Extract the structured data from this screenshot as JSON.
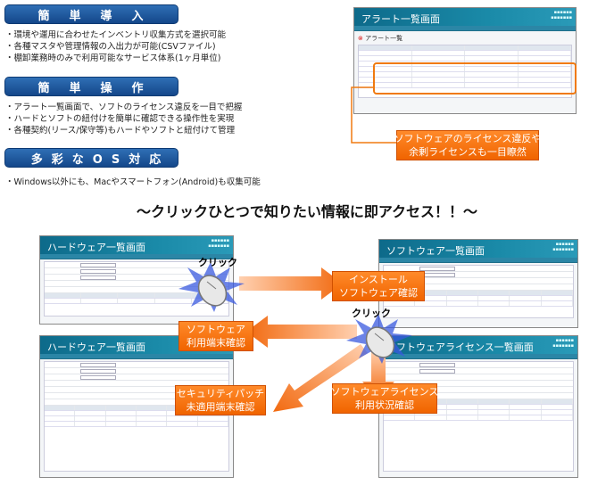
{
  "sections": [
    {
      "title": "簡単導入",
      "bullets": [
        "・環境や運用に合わせたインベントリ収集方式を選択可能",
        "・各種マスタや管理情報の入出力が可能(CSVファイル)",
        "・棚卸業務時のみで利用可能なサービス体系(1ヶ月単位)"
      ]
    },
    {
      "title": "簡単操作",
      "bullets": [
        "・アラート一覧画面で、ソフトのライセンス違反を一目で把握",
        "・ハードとソフトの紐付けを簡単に確認できる操作性を実現",
        "・各種契約(リース/保守等)もハードやソフトと紐付けて管理"
      ]
    },
    {
      "title": "多彩なOS対応",
      "bullets": [
        "・Windows以外にも、Macやスマートフォン(Android)も収集可能"
      ]
    }
  ],
  "alert_window": {
    "title": "アラート一覧画面",
    "subtitle": "アラート一覧"
  },
  "alert_callout": "ソフトウェアのライセンス違反や\n余剰ライセンスも一目瞭然",
  "headline": "～クリックひとつで知りたい情報に即アクセス！！～",
  "windows": {
    "hardware": "ハードウェア一覧画面",
    "software": "ソフトウェア一覧画面",
    "license": "ソフトウェアライセンス一覧画面"
  },
  "callouts": {
    "install": "インストール\nソフトウェア確認",
    "software_terminal": "ソフトウェア\n利用端末確認",
    "security": "セキュリティパッチ\n未適用端末確認",
    "license_status": "ソフトウェアライセンス\n利用状況確認"
  },
  "click_label": "クリック",
  "colors": {
    "header_blue": "#1a55a0",
    "callout_orange": "#f06400",
    "window_teal": "#1a8aa8"
  }
}
